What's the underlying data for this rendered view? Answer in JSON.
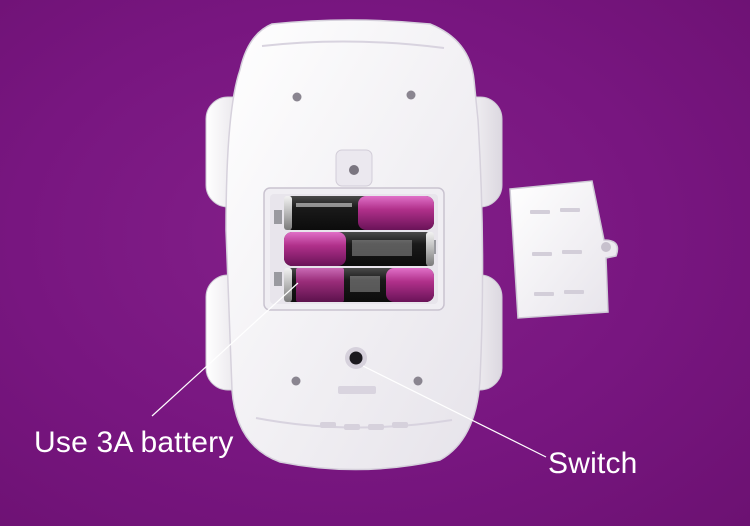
{
  "annotations": {
    "battery_label": "Use 3A battery",
    "switch_label": "Switch"
  },
  "objects": {
    "toy_car_underside": "toy-car-bottom",
    "batteries": 3,
    "battery_cover": "battery-cover"
  },
  "colors": {
    "background": "#78157e",
    "plastic": "#f4f2f6",
    "battery_body": "#1a1a1a",
    "battery_band": "#b0308a",
    "label_text": "#ffffff"
  }
}
